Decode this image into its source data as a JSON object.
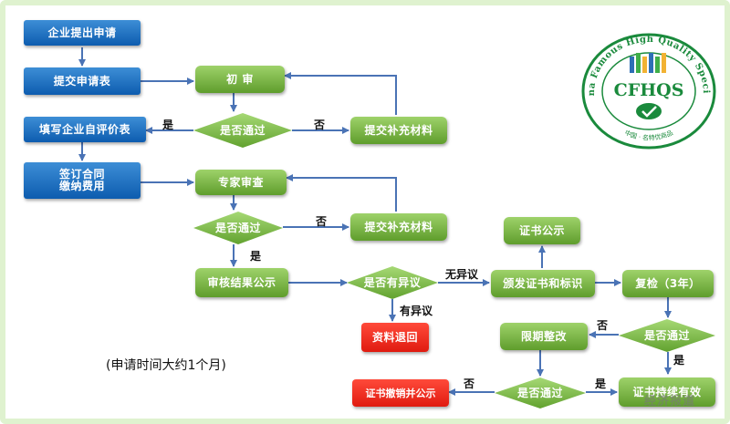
{
  "nodes": {
    "apply": "企业提出申请",
    "submit_form": "提交申请表",
    "self_eval": "填写企业自评价表",
    "sign_line1": "签订合同",
    "sign_line2": "缴纳费用",
    "initial_review": "初 审",
    "pass1": "是否通过",
    "supplement1": "提交补充材料",
    "expert_review": "专家审查",
    "pass2": "是否通过",
    "supplement2": "提交补充材料",
    "publicity": "审核结果公示",
    "objection": "是否有异议",
    "return_docs": "资料退回",
    "issue_cert": "颁发证书和标识",
    "cert_publicity": "证书公示",
    "recheck": "复检（3年）",
    "pass3": "是否通过",
    "rectify": "限期整改",
    "pass4": "是否通过",
    "revoke": "证书撤销并公示",
    "keep_valid": "证书持续有效"
  },
  "edge_labels": {
    "yes1": "是",
    "no1": "否",
    "no2": "否",
    "yes2": "是",
    "no_objection": "无异议",
    "has_objection": "有异议",
    "no3": "否",
    "yes3": "是",
    "no4": "否",
    "yes4": "是"
  },
  "note": "(申请时间大约1个月)",
  "logo": {
    "ring_text": "China Famous High Quality Specialty",
    "name": "CFHQS",
    "subtitle": "中国 · 名特优商品",
    "color": "#1a8a3c"
  },
  "watermark": "经济报道",
  "colors": {
    "blue": "#1565b8",
    "green": "#6fae35",
    "red": "#e8261a",
    "line": "#4a73b5",
    "frame": "#dff2cf"
  }
}
